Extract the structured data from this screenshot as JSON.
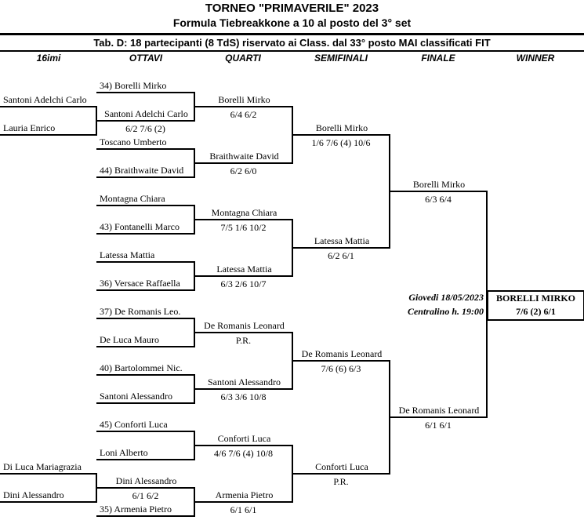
{
  "header": {
    "title": "TORNEO  \"PRIMAVERILE\"  2023",
    "subtitle": "Formula Tiebreakkone a 10 al posto del 3° set",
    "table_info": "Tab. D: 18 partecipanti (8 TdS) riservato ai Class. dal 33° posto MAI classificati FIT"
  },
  "columns": [
    "16imi",
    "OTTAVI",
    "QUARTI",
    "SEMIFINALI",
    "FINALE",
    "WINNER"
  ],
  "rounds": {
    "sedicesimi": [
      {
        "name": "Santoni Adelchi Carlo"
      },
      {
        "name": "Lauria Enrico"
      },
      {
        "name": "Di Luca Mariagrazia"
      },
      {
        "name": "Dini Alessandro"
      }
    ],
    "ottavi": [
      {
        "name": "34) Borelli Mirko"
      },
      {
        "name": "Santoni Adelchi Carlo",
        "score": "6/2  7/6 (2)"
      },
      {
        "name": "Toscano Umberto"
      },
      {
        "name": "44) Braithwaite David"
      },
      {
        "name": "Montagna Chiara"
      },
      {
        "name": "43) Fontanelli Marco"
      },
      {
        "name": "Latessa Mattia"
      },
      {
        "name": "36) Versace Raffaella"
      },
      {
        "name": "37) De Romanis Leo."
      },
      {
        "name": "De Luca Mauro"
      },
      {
        "name": "40) Bartolommei Nic."
      },
      {
        "name": "Santoni Alessandro"
      },
      {
        "name": "45) Conforti Luca"
      },
      {
        "name": "Loni Alberto"
      },
      {
        "name": "Dini Alessandro",
        "score": "6/1  6/2"
      },
      {
        "name": "35) Armenia Pietro"
      }
    ],
    "quarti": [
      {
        "name": "Borelli Mirko",
        "score": "6/4  6/2"
      },
      {
        "name": "Braithwaite David",
        "score": "6/2  6/0"
      },
      {
        "name": "Montagna Chiara",
        "score": "7/5  1/6  10/2"
      },
      {
        "name": "Latessa Mattia",
        "score": "6/3  2/6  10/7"
      },
      {
        "name": "De Romanis Leonard",
        "score": "P.R."
      },
      {
        "name": "Santoni Alessandro",
        "score": "6/3  3/6  10/8"
      },
      {
        "name": "Conforti Luca",
        "score": "4/6  7/6 (4)  10/8"
      },
      {
        "name": "Armenia Pietro",
        "score": "6/1  6/1"
      }
    ],
    "semifinali": [
      {
        "name": "Borelli Mirko",
        "score": "1/6  7/6 (4)  10/6"
      },
      {
        "name": "Latessa Mattia",
        "score": "6/2  6/1"
      },
      {
        "name": "De Romanis Leonard",
        "score": "7/6 (6)  6/3"
      },
      {
        "name": "Conforti Luca",
        "score": "P.R."
      }
    ],
    "finale": [
      {
        "name": "Borelli Mirko",
        "score": "6/3  6/4"
      },
      {
        "name": "De Romanis Leonard",
        "score": "6/1  6/1"
      }
    ]
  },
  "final_info": {
    "date": "Giovedi 18/05/2023",
    "venue": "Centralino h. 19:00"
  },
  "winner": {
    "name": "BORELLI  MIRKO",
    "score": "7/6 (2)  6/1"
  }
}
